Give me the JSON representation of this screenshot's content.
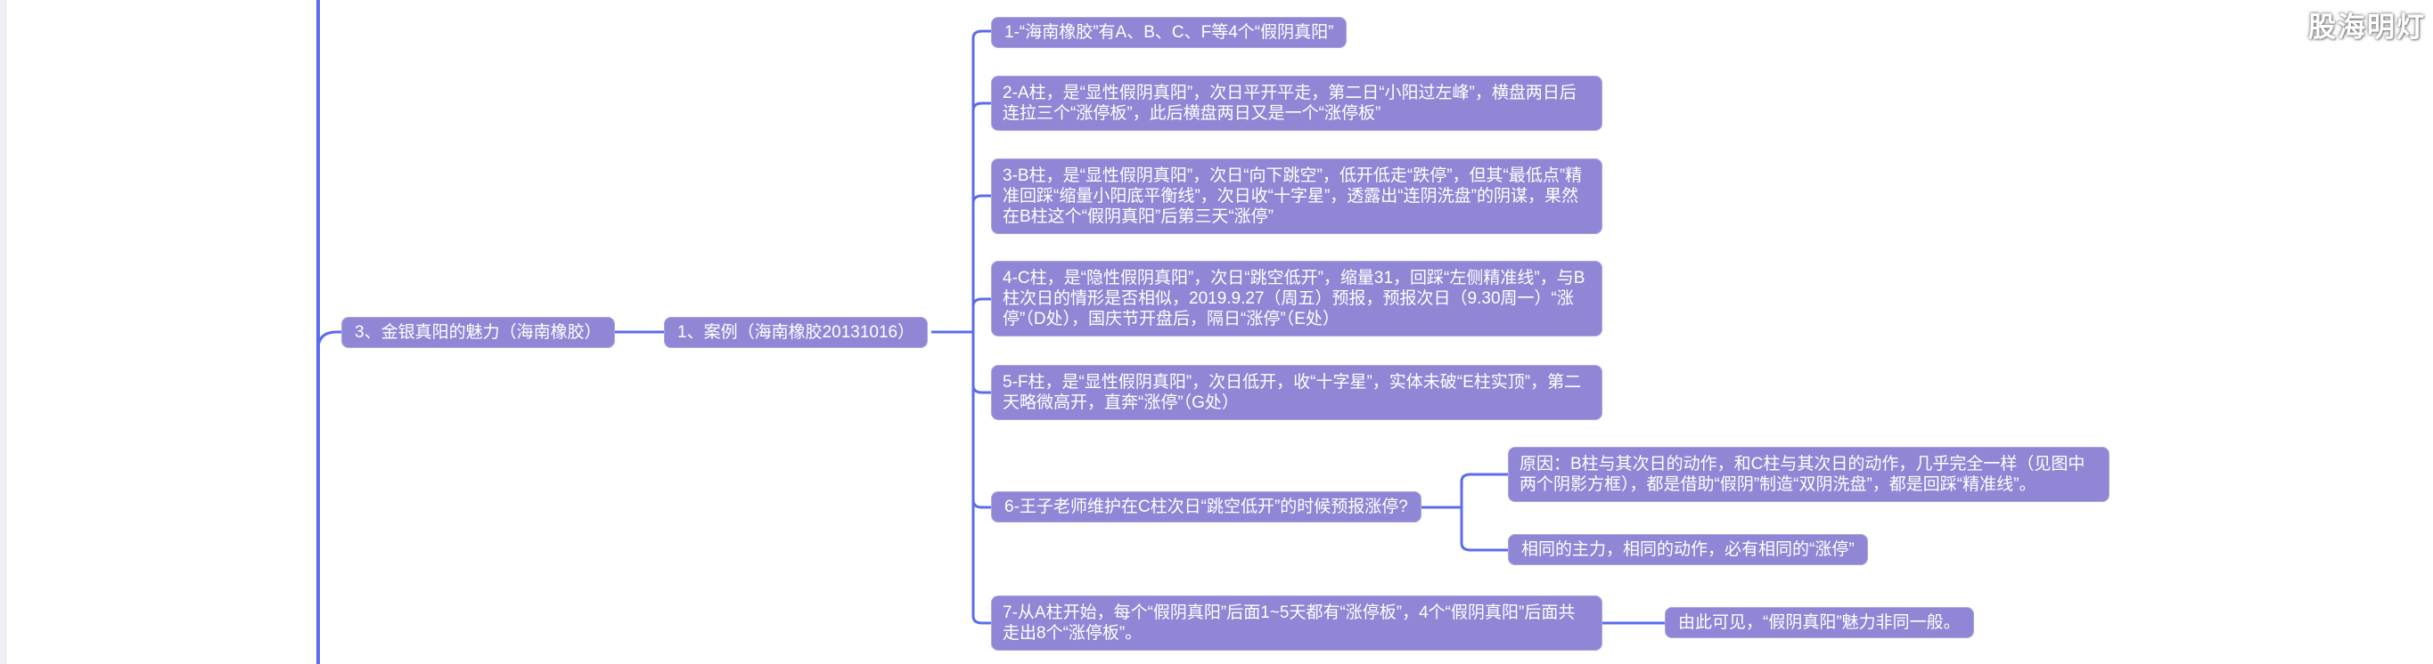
{
  "watermark": "股海明灯",
  "colors": {
    "node_fill": "#8f87d6",
    "node_border": "#aaa3e3",
    "node_text": "#ffffff",
    "connector": "#5b6cec"
  },
  "root": {
    "label": "3、金银真阳的魅力（海南橡胶）"
  },
  "case_node": {
    "label": "1、案例（海南橡胶20131016）"
  },
  "points": [
    {
      "label": "1-“海南橡胶”有A、B、C、F等4个“假阴真阳”"
    },
    {
      "label": "2-A柱，是“显性假阴真阳”，次日平开平走，第二日“小阳过左峰”，横盘两日后连拉三个“涨停板”，此后横盘两日又是一个“涨停板”"
    },
    {
      "label": "3-B柱，是“显性假阴真阳”，次日“向下跳空”，低开低走“跌停”，但其“最低点”精准回踩“缩量小阳底平衡线”，次日收“十字星”，透露出“连阴洗盘”的阴谋，果然在B柱这个“假阴真阳”后第三天“涨停”"
    },
    {
      "label": "4-C柱，是“隐性假阴真阳”，次日“跳空低开”，缩量31，回踩“左侧精准线”，与B柱次日的情形是否相似，2019.9.27（周五）预报，预报次日（9.30周一）“涨停”（D处），国庆节开盘后，隔日“涨停”（E处）"
    },
    {
      "label": "5-F柱，是“显性假阴真阳”，次日低开，收“十字星”，实体未破“E柱实顶”，第二天略微高开，直奔“涨停”（G处）"
    },
    {
      "label": "6-王子老师维护在C柱次日“跳空低开”的时候预报涨停?"
    },
    {
      "label": "7-从A柱开始，每个“假阴真阳”后面1~5天都有“涨停板”，4个“假阴真阳”后面共走出8个“涨停板”。"
    }
  ],
  "point6_children": [
    {
      "label": "原因：B柱与其次日的动作，和C柱与其次日的动作，几乎完全一样（见图中两个阴影方框），都是借助“假阴”制造“双阴洗盘”，都是回踩“精准线”。"
    },
    {
      "label": "相同的主力，相同的动作，必有相同的“涨停”"
    }
  ],
  "point7_children": [
    {
      "label": "由此可见，“假阴真阳”魅力非同一般。"
    }
  ]
}
